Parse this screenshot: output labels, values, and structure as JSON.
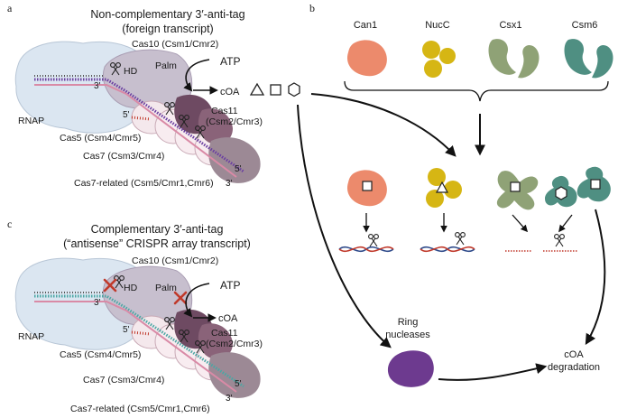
{
  "panels": {
    "a": {
      "letter": "a",
      "title_line1": "Non-complementary 3′-anti-tag",
      "title_line2": "(foreign transcript)",
      "cas10": "Cas10 (Csm1/Cmr2)",
      "hd": "HD",
      "palm": "Palm",
      "atp": "ATP",
      "coa": "cOA",
      "rnap": "RNAP",
      "cas5": "Cas5 (Csm4/Cmr5)",
      "cas11_line1": "Cas11",
      "cas11_line2": "(Csm2/Cmr3)",
      "cas7": "Cas7 (Csm3/Cmr4)",
      "cas7_related": "Cas7-related (Csm5/Cmr1,Cmr6)",
      "end_3_top": "3'",
      "end_5_left": "5'",
      "end_5_right": "5'",
      "end_3_bottom": "3'"
    },
    "b": {
      "letter": "b",
      "effectors": [
        "Can1",
        "NucC",
        "Csx1",
        "Csm6"
      ],
      "ring_nucleases_line1": "Ring",
      "ring_nucleases_line2": "nucleases",
      "degradation_line1": "cOA",
      "degradation_line2": "degradation"
    },
    "c": {
      "letter": "c",
      "title_line1": "Complementary 3′-anti-tag",
      "title_line2": "(“antisense” CRISPR array transcript)",
      "cas10": "Cas10 (Csm1/Cmr2)",
      "hd": "HD",
      "palm": "Palm",
      "atp": "ATP",
      "coa": "cOA",
      "rnap": "RNAP",
      "cas5": "Cas5 (Csm4/Cmr5)",
      "cas11_line1": "Cas11",
      "cas11_line2": "(Csm2/Cmr3)",
      "cas7": "Cas7 (Csm3/Cmr4)",
      "cas7_related": "Cas7-related (Csm5/Cmr1,Cmr6)",
      "end_3_top": "3'",
      "end_5_left": "5'",
      "end_5_right": "5'",
      "end_3_bottom": "3'"
    }
  },
  "colors": {
    "rnap": "#dbe6f1",
    "cas10": "#c7bfce",
    "cas7": "#6e4a62",
    "cas7_related": "#9c8995",
    "cas5": "#f4e8ec",
    "guide_purple": "#6a3ea1",
    "guide_teal": "#4aa7a4",
    "target_pink": "#d98aa6",
    "can1": "#ec8a6c",
    "nucc": "#d6b614",
    "csx1": "#8fa276",
    "csm6": "#4f8f82",
    "ring_nuclease": "#6d3a8f",
    "inhibit_red": "#c0392b"
  }
}
